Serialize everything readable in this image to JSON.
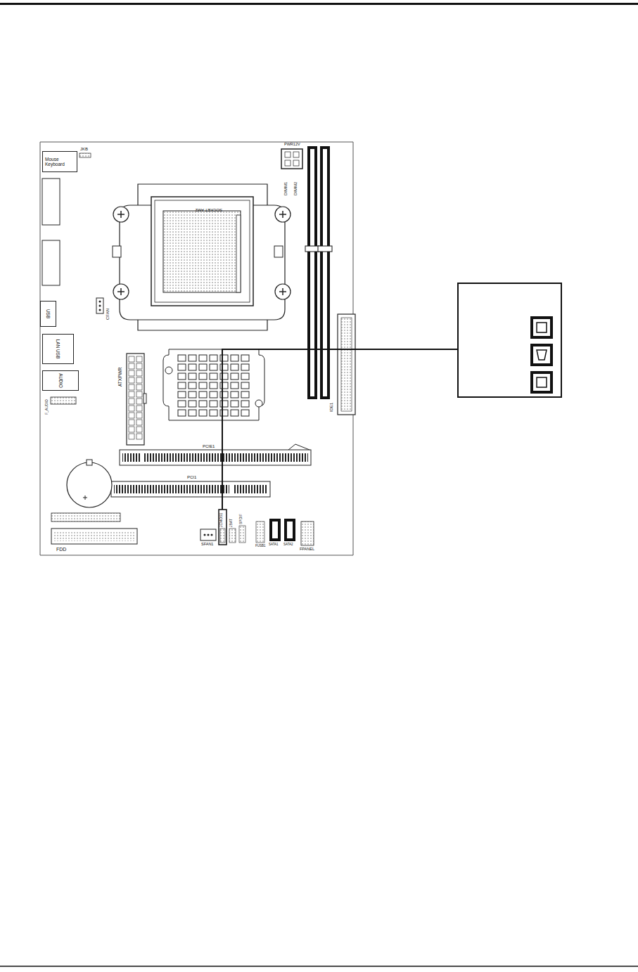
{
  "diagram": {
    "nodes": [
      {
        "text": [
          "Mouse Keyboard"
        ]
      },
      {
        "text": [
          "USB"
        ]
      },
      {
        "text": [
          "LAN USB"
        ]
      },
      {
        "text": [
          "AUDIO"
        ]
      }
    ],
    "labels": [
      "JKB",
      "PWR12V",
      "DIMM1",
      "DIMM2",
      "SOCKET AM2",
      "CFAN",
      "F_AUDIO",
      "ATXPWR",
      "IDE1",
      "PCIE1",
      "PCI1",
      "FDD",
      "SFAN1",
      "JCMOS1",
      "JBAT",
      "SPDIF",
      "FUSB1",
      "SATA1",
      "SATA2",
      "FPANEL"
    ]
  }
}
